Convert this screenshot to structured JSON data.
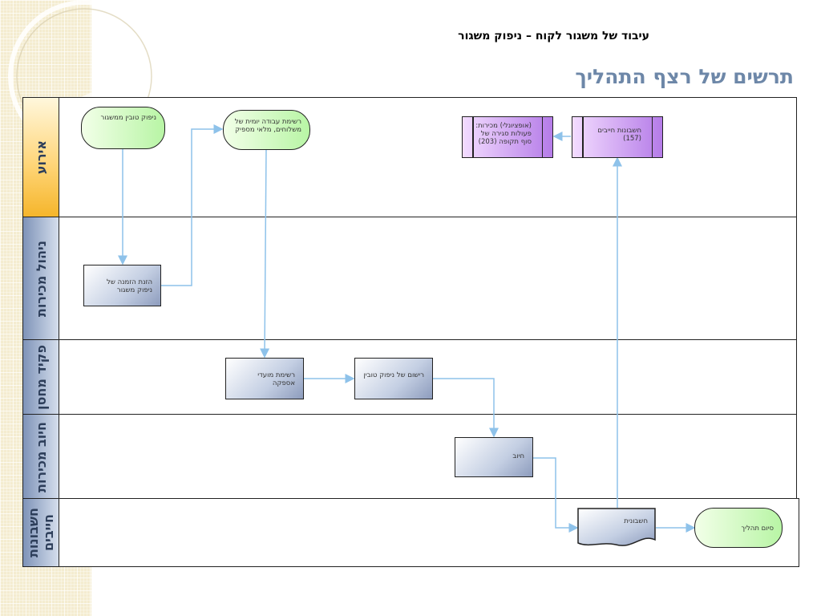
{
  "header": {
    "title": "עיבוד של משגור לקוח – ניפוק משגור",
    "subtitle": "תרשים של רצף התהליך"
  },
  "lanes": [
    {
      "label": "אירוע"
    },
    {
      "label": "ניהול מכירות"
    },
    {
      "label": "פקיד מחסן"
    },
    {
      "label": "חיוב מכירות"
    },
    {
      "label": "חשבונות חייבים"
    }
  ],
  "nodes": {
    "dispatch_release_start": "ניפוק טובין ממשגור",
    "daily_worklist": "רשימת עבודה יומית של משלוחים, מלאי מספיק",
    "enter_order": "הזנת הזמנה של ניפוק משגור",
    "delivery_list": "רשימת מועדי אספקה",
    "goods_issue_posting": "רישום של ניפוק טובין",
    "billing": "חיוב",
    "invoice": "חשבונית",
    "process_end": "סיום תהליך",
    "accounts_receivable": "חשבונות חייבים (157)",
    "period_end_closing": "(אופציונלי) מכירות: פעולות סגירה של סוף תקופה (203)"
  },
  "colors": {
    "title_blue": "#6d87a8",
    "event_lane": "#f5b52a",
    "arrow": "#8ec2ea",
    "terminator": "#b8f5a5",
    "predefined": "#b57ce8"
  }
}
